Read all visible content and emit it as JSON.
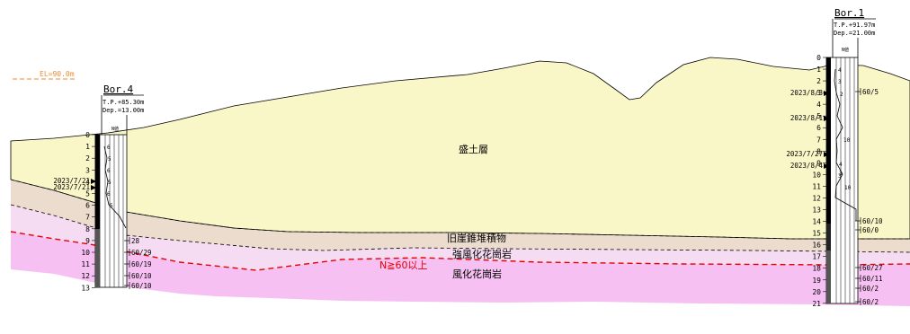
{
  "reference_elevation": "EL=90.0m",
  "boreholes": {
    "bor4": {
      "name": "Bor.4",
      "tp": "T.P.+85.30m",
      "depth": "Dep.=13.00m",
      "n_header": "N値",
      "depth_ticks": [
        "0",
        "1",
        "2",
        "3",
        "4",
        "5",
        "6",
        "7",
        "8",
        "9",
        "10",
        "11",
        "12",
        "13"
      ],
      "n_values": [
        "6",
        "5",
        "6",
        "5",
        "6",
        "5"
      ],
      "water_levels": [
        "2023/7/21",
        "2023/7/21"
      ],
      "spt_labels": [
        "28",
        "60/29",
        "60/19",
        "60/10",
        "60/10"
      ]
    },
    "bor1": {
      "name": "Bor.1",
      "tp": "T.P.+91.97m",
      "depth": "Dep.=21.00m",
      "n_header": "N値",
      "depth_ticks": [
        "0",
        "1",
        "2",
        "3",
        "4",
        "5",
        "6",
        "7",
        "8",
        "9",
        "10",
        "11",
        "12",
        "13",
        "14",
        "15",
        "16",
        "17",
        "18",
        "19",
        "20",
        "21"
      ],
      "n_values": [
        "4",
        "3",
        "2",
        "10",
        "4",
        "3",
        "3",
        "10"
      ],
      "water_levels": [
        "2023/8/3",
        "2023/8/1",
        "2023/7/27",
        "2023/8/4"
      ],
      "spt_labels": [
        "60/5",
        "60/10",
        "60/0",
        "60/27",
        "60/11",
        "60/2",
        "60/2"
      ]
    }
  },
  "layers": {
    "fill": "盛土層",
    "old_talus": "旧崖錐堆積物",
    "strong_weathered": "強風化花崗岩",
    "n60_line": "N≧60以上",
    "weathered": "風化花崗岩"
  },
  "colors": {
    "fill": "#f9f6c7",
    "talus": "#ebdccd",
    "strong_weathered": "#f6dcf2",
    "weathered": "#f7c0f2",
    "n60": "#e60000",
    "el_label": "#f08a2c"
  }
}
